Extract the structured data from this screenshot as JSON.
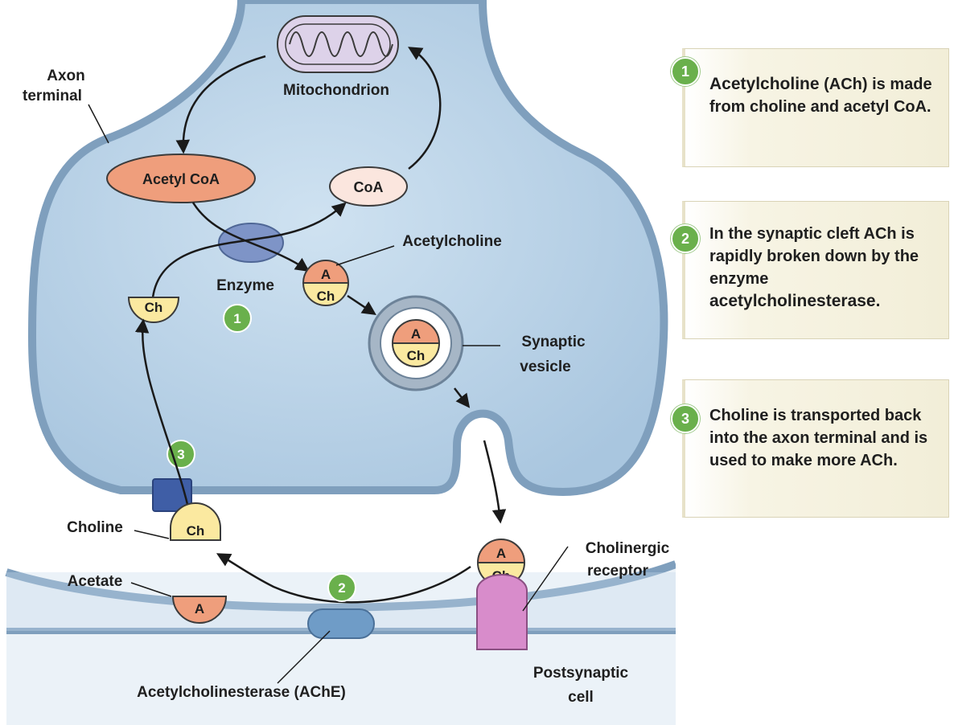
{
  "labels": {
    "axon_terminal_line1": "Axon",
    "axon_terminal_line2": "terminal",
    "mitochondrion": "Mitochondrion",
    "acetyl_coa": "Acetyl CoA",
    "coa": "CoA",
    "enzyme": "Enzyme",
    "acetylcholine": "Acetylcholine",
    "synaptic_vesicle_line1": "Synaptic",
    "synaptic_vesicle_line2": "vesicle",
    "choline": "Choline",
    "acetate": "Acetate",
    "cholinergic_receptor_line1": "Cholinergic",
    "cholinergic_receptor_line2": "receptor",
    "postsynaptic_cell_line1": "Postsynaptic",
    "postsynaptic_cell_line2": "cell",
    "ache": "Acetylcholinesterase (AChE)"
  },
  "molecule_letters": {
    "acetyl": "A",
    "choline": "Ch"
  },
  "badges": {
    "step1": "1",
    "step2": "2",
    "step3": "3"
  },
  "steps": [
    {
      "number": "1",
      "bold_text": "Acetylcholine",
      "text_a": " (ACh) is made from choline and acetyl CoA."
    },
    {
      "number": "2",
      "text_a": "In the synaptic cleft ACh is rapidly broken down by the enzyme ",
      "bold_text": "acetylcholinesterase."
    },
    {
      "number": "3",
      "text_a": "Choline is transported back into the axon terminal and is used to make more ACh."
    }
  ],
  "colors": {
    "cytoplasm": "#bcd6ea",
    "membrane": "#7f9fbd",
    "acetyl_orange": "#ef9e7c",
    "choline_yellow": "#fbe9a0",
    "enzyme_blue": "#7e94c7",
    "receptor_pink": "#d88ccb",
    "step_green": "#6ab04c",
    "mitochondrion_fill": "#ddd2e9"
  }
}
